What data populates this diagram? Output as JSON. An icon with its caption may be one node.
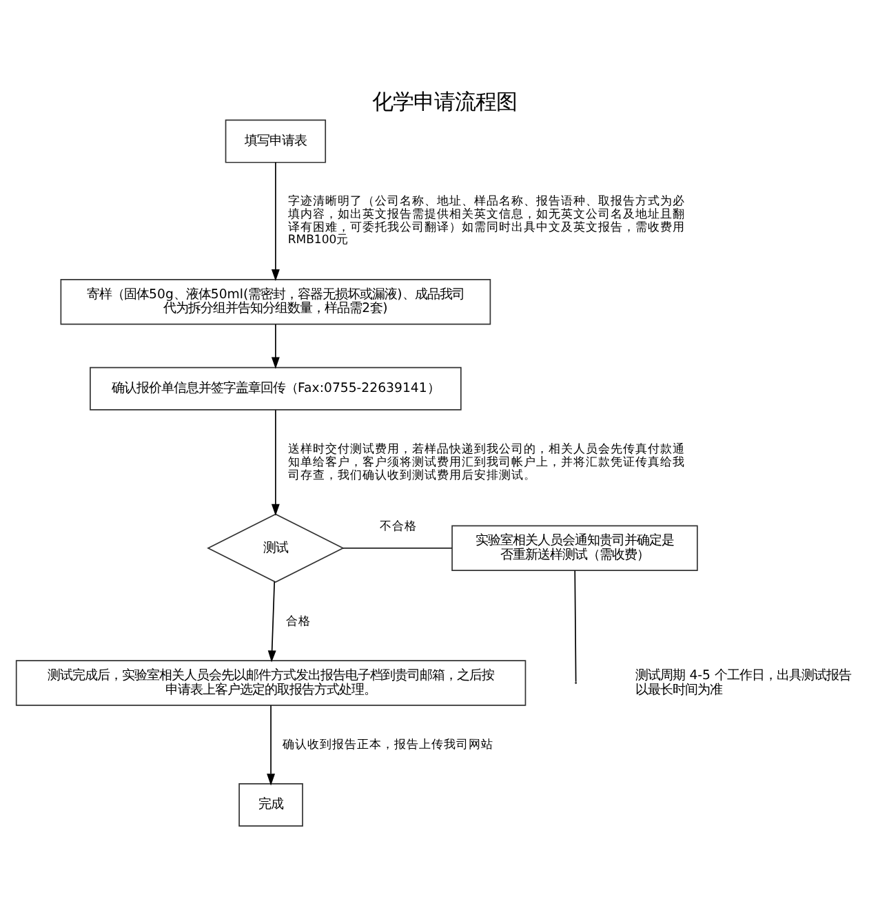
{
  "diagram": {
    "title": "化学申请流程图",
    "nodes": [
      {
        "text": [
          "填写申请表"
        ]
      },
      {
        "text": [
          "寄样（固体50g、液体50ml(需密封，容器无损坏或漏液)、成品我司代为拆分组并告知分组数量，样品需2套)"
        ]
      },
      {
        "text": [
          "确认报价单信息并签字盖章回传（Fax:0755-22639141）"
        ]
      },
      {
        "text": [
          "测试"
        ]
      },
      {
        "text": [
          "实验室相关人员会通知贵司并确定是否重新送样测试（需收费）"
        ]
      },
      {
        "text": [
          "测试完成后，实验室相关人员会先以邮件方式发出报告电子档到贵司邮箱，之后按申请表上客户选定的取报告方式处理。"
        ]
      },
      {
        "text": [
          "完成"
        ]
      }
    ],
    "edges": [
      {
        "from": 0,
        "to": 1,
        "arrow": "to",
        "label": "字迹清晰明了（公司名称、地址、样品名称、报告语种、取报告方式为必填内容，如出英文报告需提供相关英文信息，如无英文公司名及地址且翻译有困难，可委托我公司翻译）如需同时出具中文及英文报告，需收费用RMB100元"
      },
      {
        "from": 1,
        "to": 2,
        "arrow": "to"
      },
      {
        "from": 2,
        "to": 3,
        "arrow": "to",
        "label": "送样时交付测试费用，若样品快递到我公司的，相关人员会先传真付款通知单给客户，客户须将测试费用汇到我司帐户上，并将汇款凭证传真给我司存查，我们确认收到测试费用后安排测试。"
      },
      {
        "from": 3,
        "to": 4,
        "arrow": "none",
        "label": "不合格"
      },
      {
        "from": 4,
        "to": null,
        "arrow": "none"
      },
      {
        "from": 3,
        "to": 5,
        "arrow": "to",
        "label": "合格"
      },
      {
        "from": 5,
        "to": 6,
        "arrow": "to",
        "label": "确认收到报告正本，报告上传我司网站"
      }
    ],
    "labels": [
      "测试周期 4-5 个工作日，出具测试报告以最长时间为准"
    ]
  }
}
